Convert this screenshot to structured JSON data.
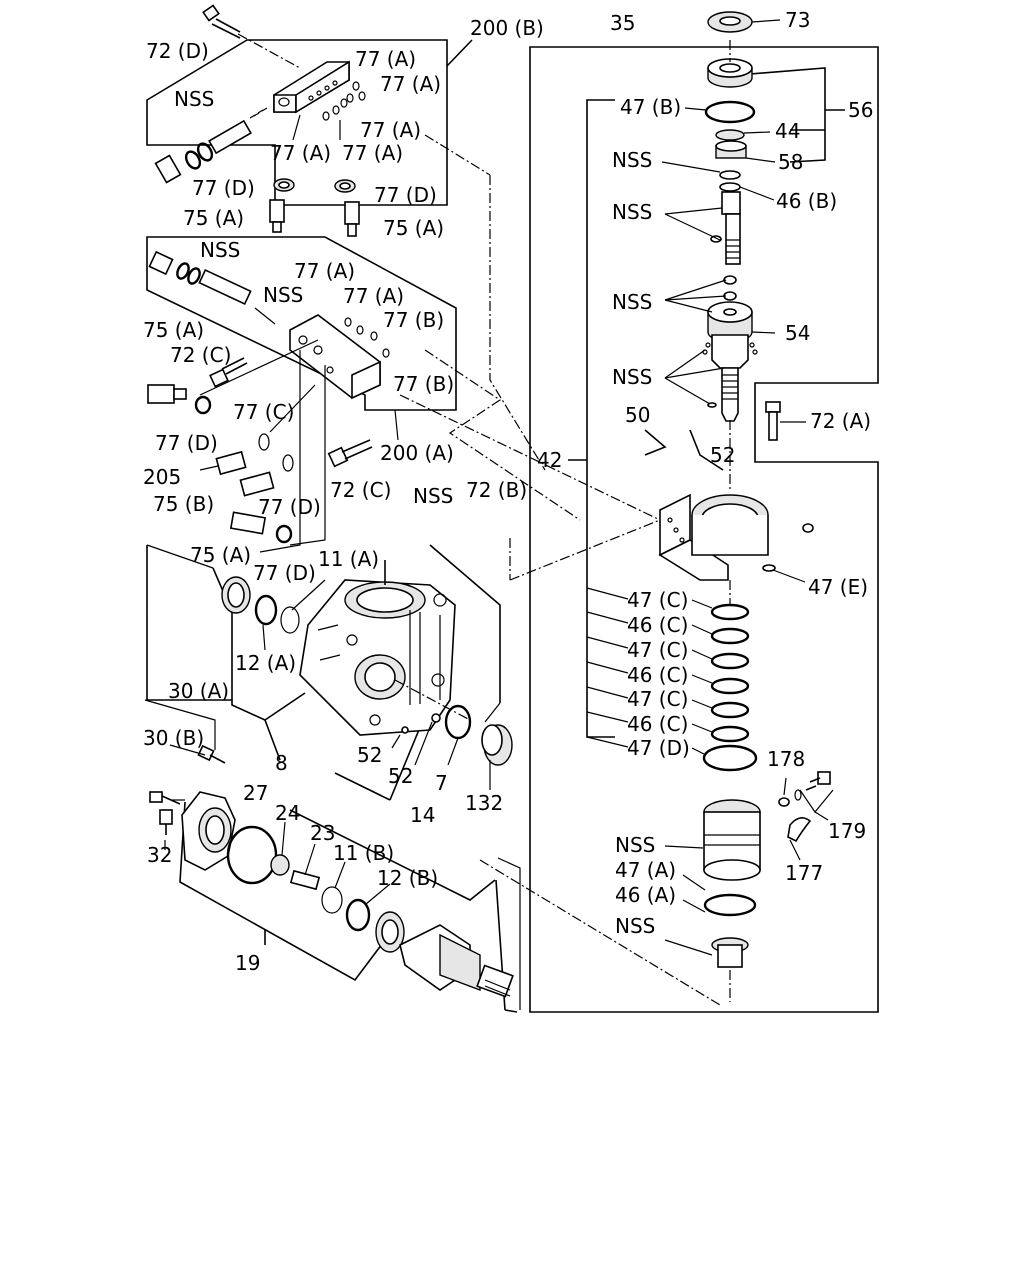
{
  "labels": {
    "l72d": "72 (D)",
    "l200b": "200 (B)",
    "l35": "35",
    "l73": "73",
    "nss1": "NSS",
    "l77a_1": "77 (A)",
    "l77a_2": "77 (A)",
    "l77a_3": "77 (A)",
    "l77a_4": "77 (A)",
    "l77a_5": "77 (A)",
    "l77d_1": "77 (D)",
    "l77d_2": "77 (D)",
    "l75a_1": "75 (A)",
    "l75a_2": "75 (A)",
    "l47b": "47 (B)",
    "l56": "56",
    "l44": "44",
    "nss_r1": "NSS",
    "l58": "58",
    "l46b": "46 (B)",
    "nss_r2": "NSS",
    "nss_r3": "NSS",
    "l54": "54",
    "nss_r4": "NSS",
    "l50": "50",
    "l42": "42",
    "l52_top": "52",
    "l72a": "72 (A)",
    "nss2": "NSS",
    "nss3": "NSS",
    "l77a_6": "77 (A)",
    "l77a_7": "77 (A)",
    "l77b_1": "77 (B)",
    "l77b_2": "77 (B)",
    "l75a_3": "75 (A)",
    "l72c_1": "72 (C)",
    "l77c": "77 (C)",
    "l77d_3": "77 (D)",
    "l205": "205",
    "l75b": "75 (B)",
    "l77d_4": "77 (D)",
    "l200a": "200 (A)",
    "l72c_2": "72 (C)",
    "l75a_4": "75 (A)",
    "l77d_5": "77 (D)",
    "nss4": "NSS",
    "l72b": "72 (B)",
    "l11a": "11 (A)",
    "l47e": "47 (E)",
    "l12a": "12 (A)",
    "l47c_1": "47 (C)",
    "l46c_1": "46 (C)",
    "l47c_2": "47 (C)",
    "l46c_2": "46 (C)",
    "l47c_3": "47 (C)",
    "l46c_3": "46 (C)",
    "l47d": "47 (D)",
    "l30a": "30 (A)",
    "l30b": "30 (B)",
    "l8": "8",
    "l52_a": "52",
    "l52_b": "52",
    "l7": "7",
    "l132": "132",
    "l178": "178",
    "l179": "179",
    "l177": "177",
    "l27": "27",
    "l24": "24",
    "l23": "23",
    "l14": "14",
    "l32": "32",
    "l11b": "11 (B)",
    "l12b": "12 (B)",
    "nss_r5": "NSS",
    "l47a": "47 (A)",
    "l46a": "46 (A)",
    "nss_r6": "NSS",
    "l19": "19"
  }
}
